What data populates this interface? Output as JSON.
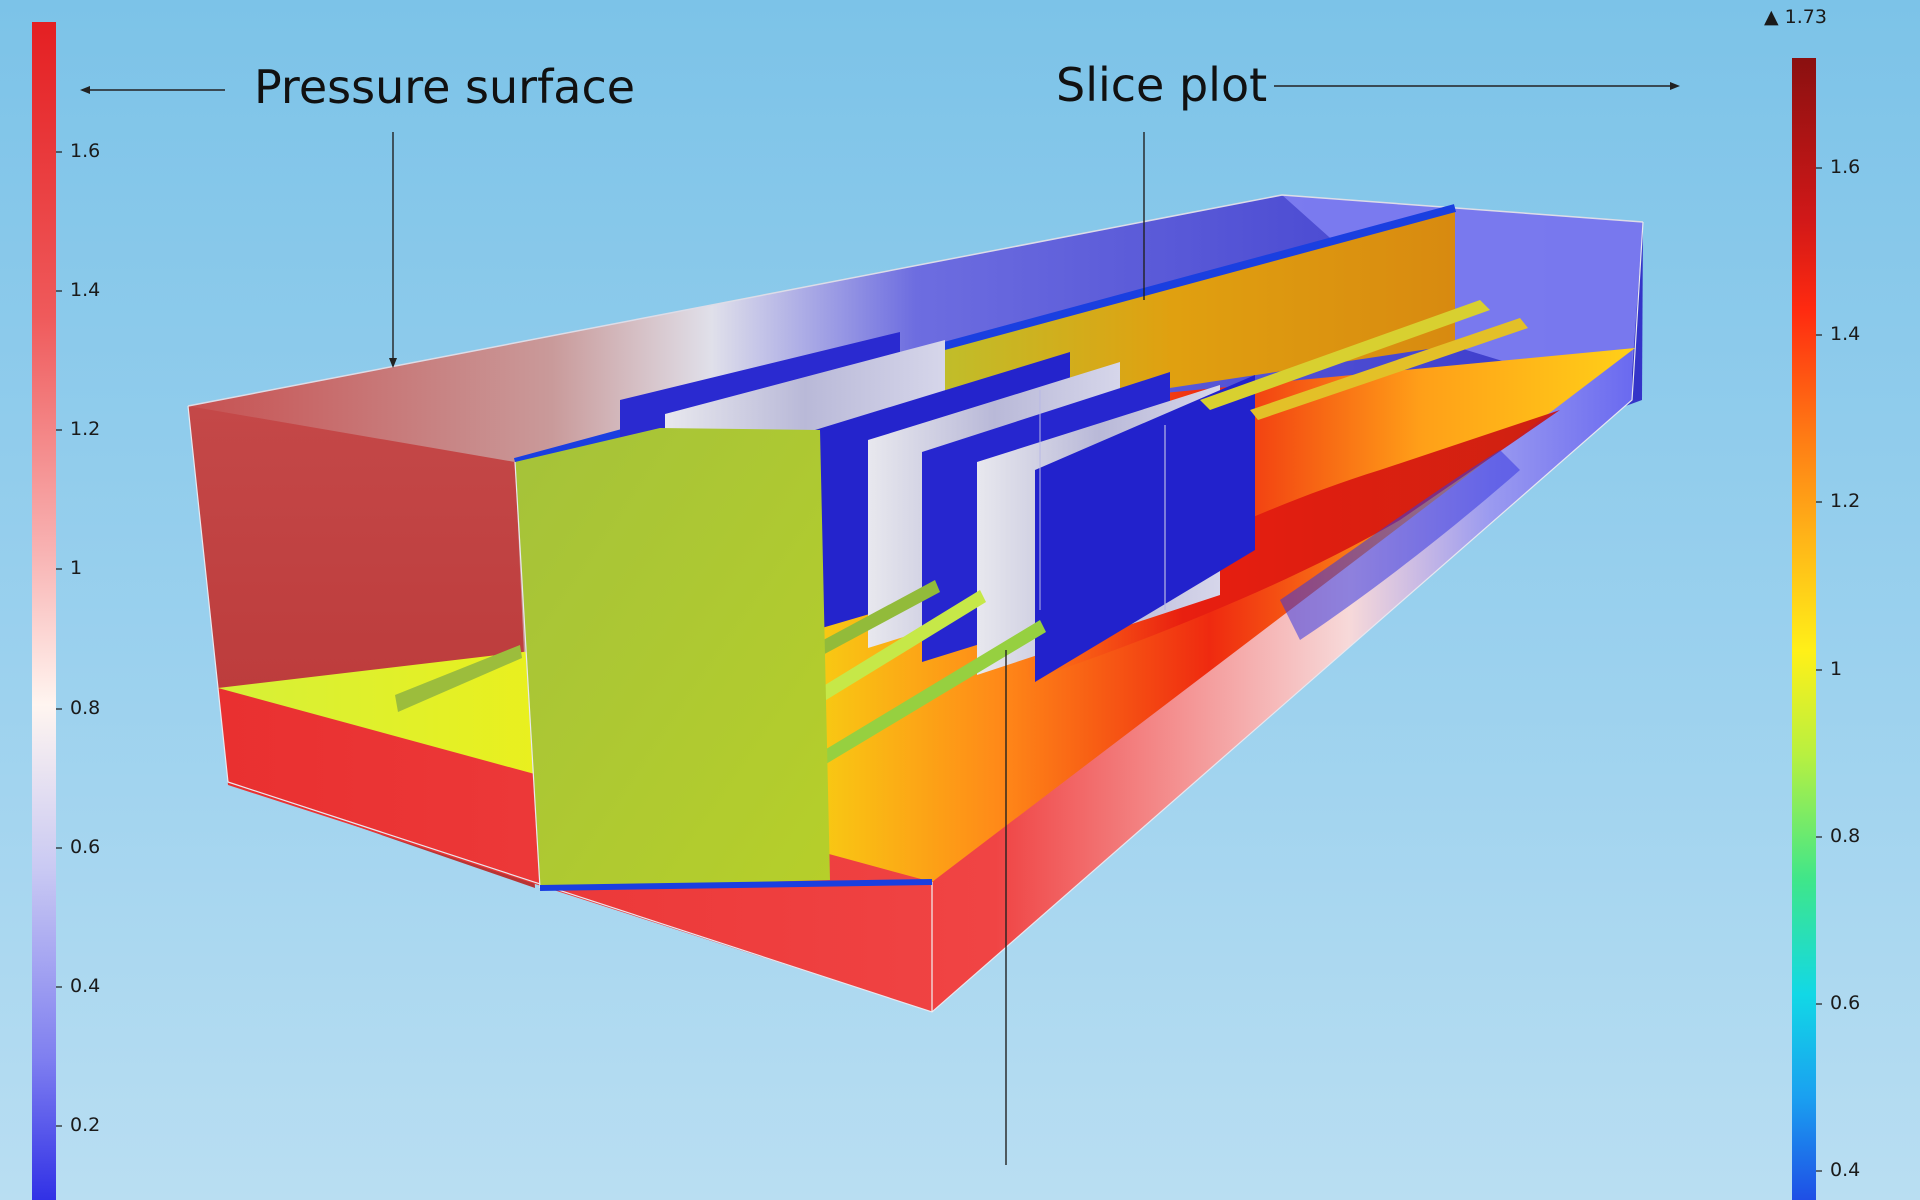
{
  "annotations": {
    "pressure_surface": "Pressure surface",
    "slice_plot": "Slice plot"
  },
  "colorbars": {
    "left": {
      "ticks": [
        "1.6",
        "1.4",
        "1.2",
        "1",
        "0.8",
        "0.6",
        "0.4",
        "0.2"
      ]
    },
    "right": {
      "max_marker": "▲ 1.73",
      "ticks": [
        "1.6",
        "1.4",
        "1.2",
        "1",
        "0.8",
        "0.6",
        "0.4"
      ]
    }
  },
  "colors": {
    "background": "#8ecbec",
    "pressure_high": "#e8393a",
    "pressure_mid": "#ffffff",
    "pressure_low": "#3b3bd6",
    "slice_high": "#8b0f10",
    "slice_mid": "#f5f000",
    "slice_low": "#1f4fe0"
  }
}
